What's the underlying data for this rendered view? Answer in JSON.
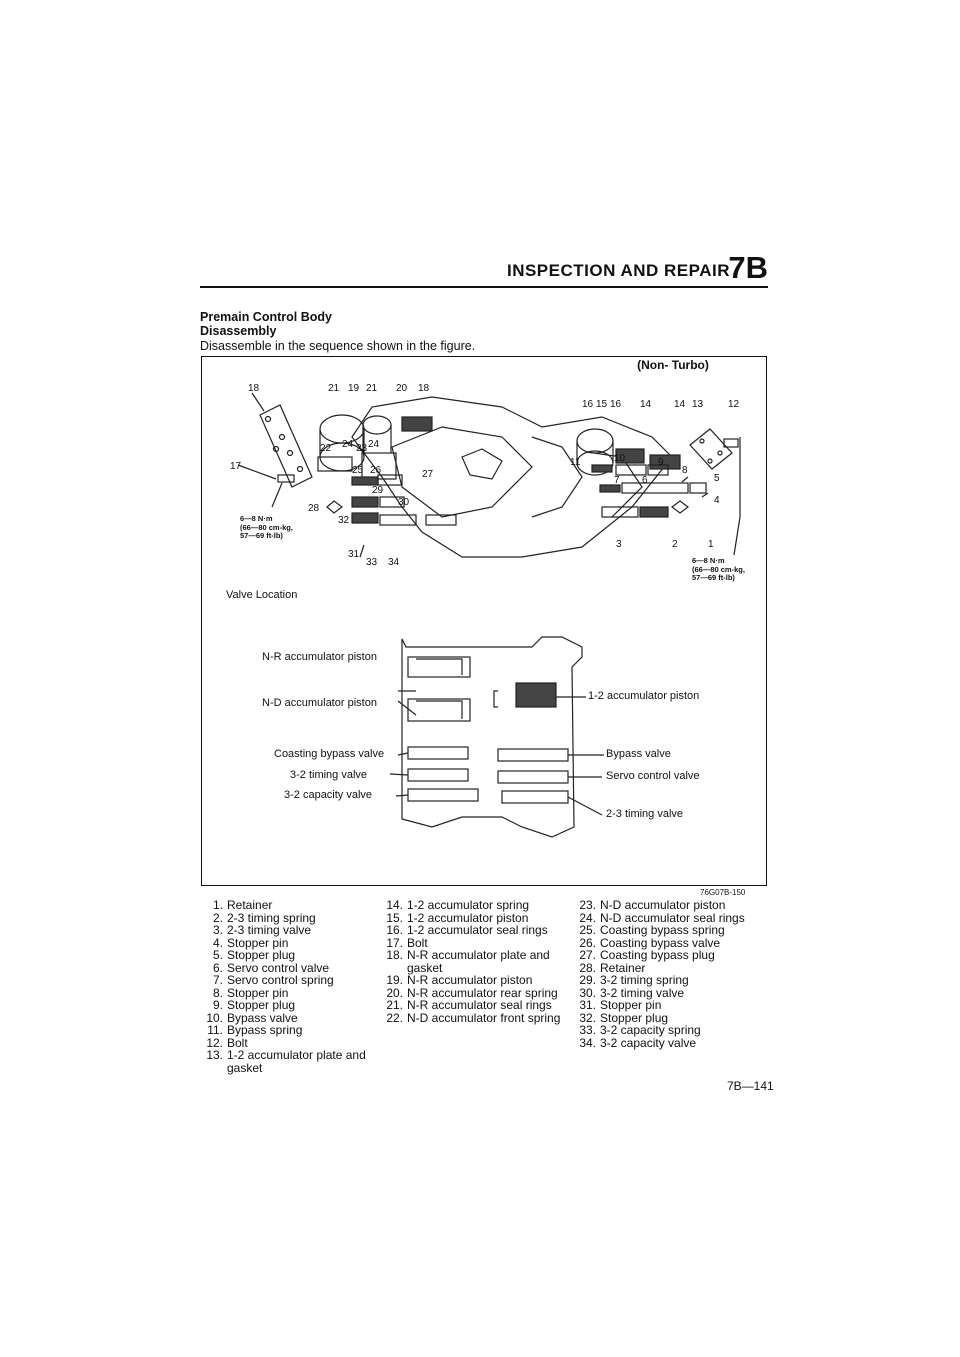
{
  "header": {
    "title": "INSPECTION AND REPAIR",
    "chapter": "7B"
  },
  "section_title": "Premain Control Body",
  "subsection_title": "Disassembly",
  "intro_text": "Disassemble in the sequence shown in the figure.",
  "figure": {
    "code": "76G07B-150",
    "callouts": [
      "1",
      "2",
      "3",
      "4",
      "5",
      "6",
      "7",
      "8",
      "9",
      "10",
      "11",
      "12",
      "13",
      "14",
      "14",
      "15",
      "16",
      "16",
      "17",
      "18",
      "18",
      "19",
      "20",
      "21",
      "21",
      "22",
      "23",
      "24",
      "24",
      "25",
      "26",
      "27",
      "28",
      "29",
      "30",
      "31",
      "32",
      "33",
      "34"
    ],
    "non_turbo_label": "(Non-\nTurbo)",
    "torque_left": "6—8 N·m\n(66—80 cm-kg,\n57—69 ft-lb)",
    "torque_right": "6—8 N·m\n(66—80 cm-kg,\n57—69 ft-lb)",
    "valve_location_label": "Valve Location",
    "valve_labels": {
      "nr_accumulator_piston": "N-R accumulator piston",
      "nd_accumulator_piston": "N-D accumulator piston",
      "coasting_bypass_valve": "Coasting bypass valve",
      "timing_valve_32": "3-2 timing valve",
      "capacity_valve_32": "3-2 capacity valve",
      "accumulator_piston_12": "1-2 accumulator piston",
      "bypass_valve": "Bypass valve",
      "servo_control_valve": "Servo control valve",
      "timing_valve_23": "2-3 timing valve"
    }
  },
  "legend": {
    "col1": [
      {
        "num": "1.",
        "text": "Retainer"
      },
      {
        "num": "2.",
        "text": "2-3 timing spring"
      },
      {
        "num": "3.",
        "text": "2-3 timing valve"
      },
      {
        "num": "4.",
        "text": "Stopper pin"
      },
      {
        "num": "5.",
        "text": "Stopper plug"
      },
      {
        "num": "6.",
        "text": "Servo control valve"
      },
      {
        "num": "7.",
        "text": "Servo control spring"
      },
      {
        "num": "8.",
        "text": "Stopper pin"
      },
      {
        "num": "9.",
        "text": "Stopper plug"
      },
      {
        "num": "10.",
        "text": "Bypass valve"
      },
      {
        "num": "11.",
        "text": "Bypass spring"
      },
      {
        "num": "12.",
        "text": "Bolt"
      },
      {
        "num": "13.",
        "text": "1-2 accumulator plate and gasket"
      }
    ],
    "col2": [
      {
        "num": "14.",
        "text": "1-2 accumulator spring"
      },
      {
        "num": "15.",
        "text": "1-2 accumulator piston"
      },
      {
        "num": "16.",
        "text": "1-2 accumulator seal rings"
      },
      {
        "num": "17.",
        "text": "Bolt"
      },
      {
        "num": "18.",
        "text": "N-R accumulator plate and gasket"
      },
      {
        "num": "19.",
        "text": "N-R accumulator piston"
      },
      {
        "num": "20.",
        "text": "N-R accumulator rear spring"
      },
      {
        "num": "21.",
        "text": "N-R accumulator seal rings"
      },
      {
        "num": "22.",
        "text": "N-D accumulator front spring"
      }
    ],
    "col3": [
      {
        "num": "23.",
        "text": "N-D accumulator piston"
      },
      {
        "num": "24.",
        "text": "N-D accumulator seal rings"
      },
      {
        "num": "25.",
        "text": "Coasting bypass spring"
      },
      {
        "num": "26.",
        "text": "Coasting bypass valve"
      },
      {
        "num": "27.",
        "text": "Coasting bypass plug"
      },
      {
        "num": "28.",
        "text": "Retainer"
      },
      {
        "num": "29.",
        "text": "3-2 timing spring"
      },
      {
        "num": "30.",
        "text": "3-2 timing valve"
      },
      {
        "num": "31.",
        "text": "Stopper pin"
      },
      {
        "num": "32.",
        "text": "Stopper plug"
      },
      {
        "num": "33.",
        "text": "3-2 capacity spring"
      },
      {
        "num": "34.",
        "text": "3-2 capacity valve"
      }
    ]
  },
  "page_number": "7B—141"
}
